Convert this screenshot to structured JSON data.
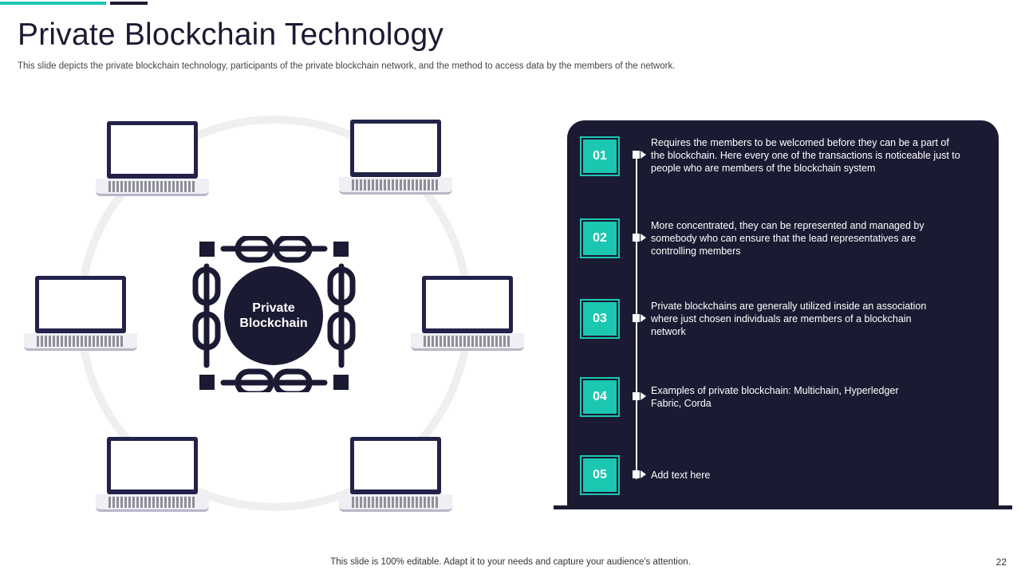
{
  "slide": {
    "title": "Private Blockchain Technology",
    "subtitle": "This slide depicts the private blockchain technology, participants of the private blockchain network, and the method to access data by the members of the network.",
    "footer": "This slide is 100% editable. Adapt it to your needs and capture your audience's attention.",
    "page_number": "22"
  },
  "diagram": {
    "center_label": "Private\nBlockchain",
    "laptop_icon": "laptop-icon",
    "chain_icon": "chain-link-icon"
  },
  "colors": {
    "accent": "#1cc7b1",
    "dark": "#1b1a33",
    "ring": "#efefef"
  },
  "items": [
    {
      "number": "01",
      "text": "Requires the members to be welcomed before they can be a part of the blockchain. Here every one of the transactions is noticeable just to people who are members of the blockchain system"
    },
    {
      "number": "02",
      "text": "More concentrated, they can be represented and managed by somebody who can ensure that the lead representatives are controlling members"
    },
    {
      "number": "03",
      "text": "Private blockchains are generally utilized inside an association where just chosen individuals are members of a blockchain network"
    },
    {
      "number": "04",
      "text": "Examples of private blockchain: Multichain, Hyperledger Fabric, Corda"
    },
    {
      "number": "05",
      "text": "Add text here"
    }
  ]
}
